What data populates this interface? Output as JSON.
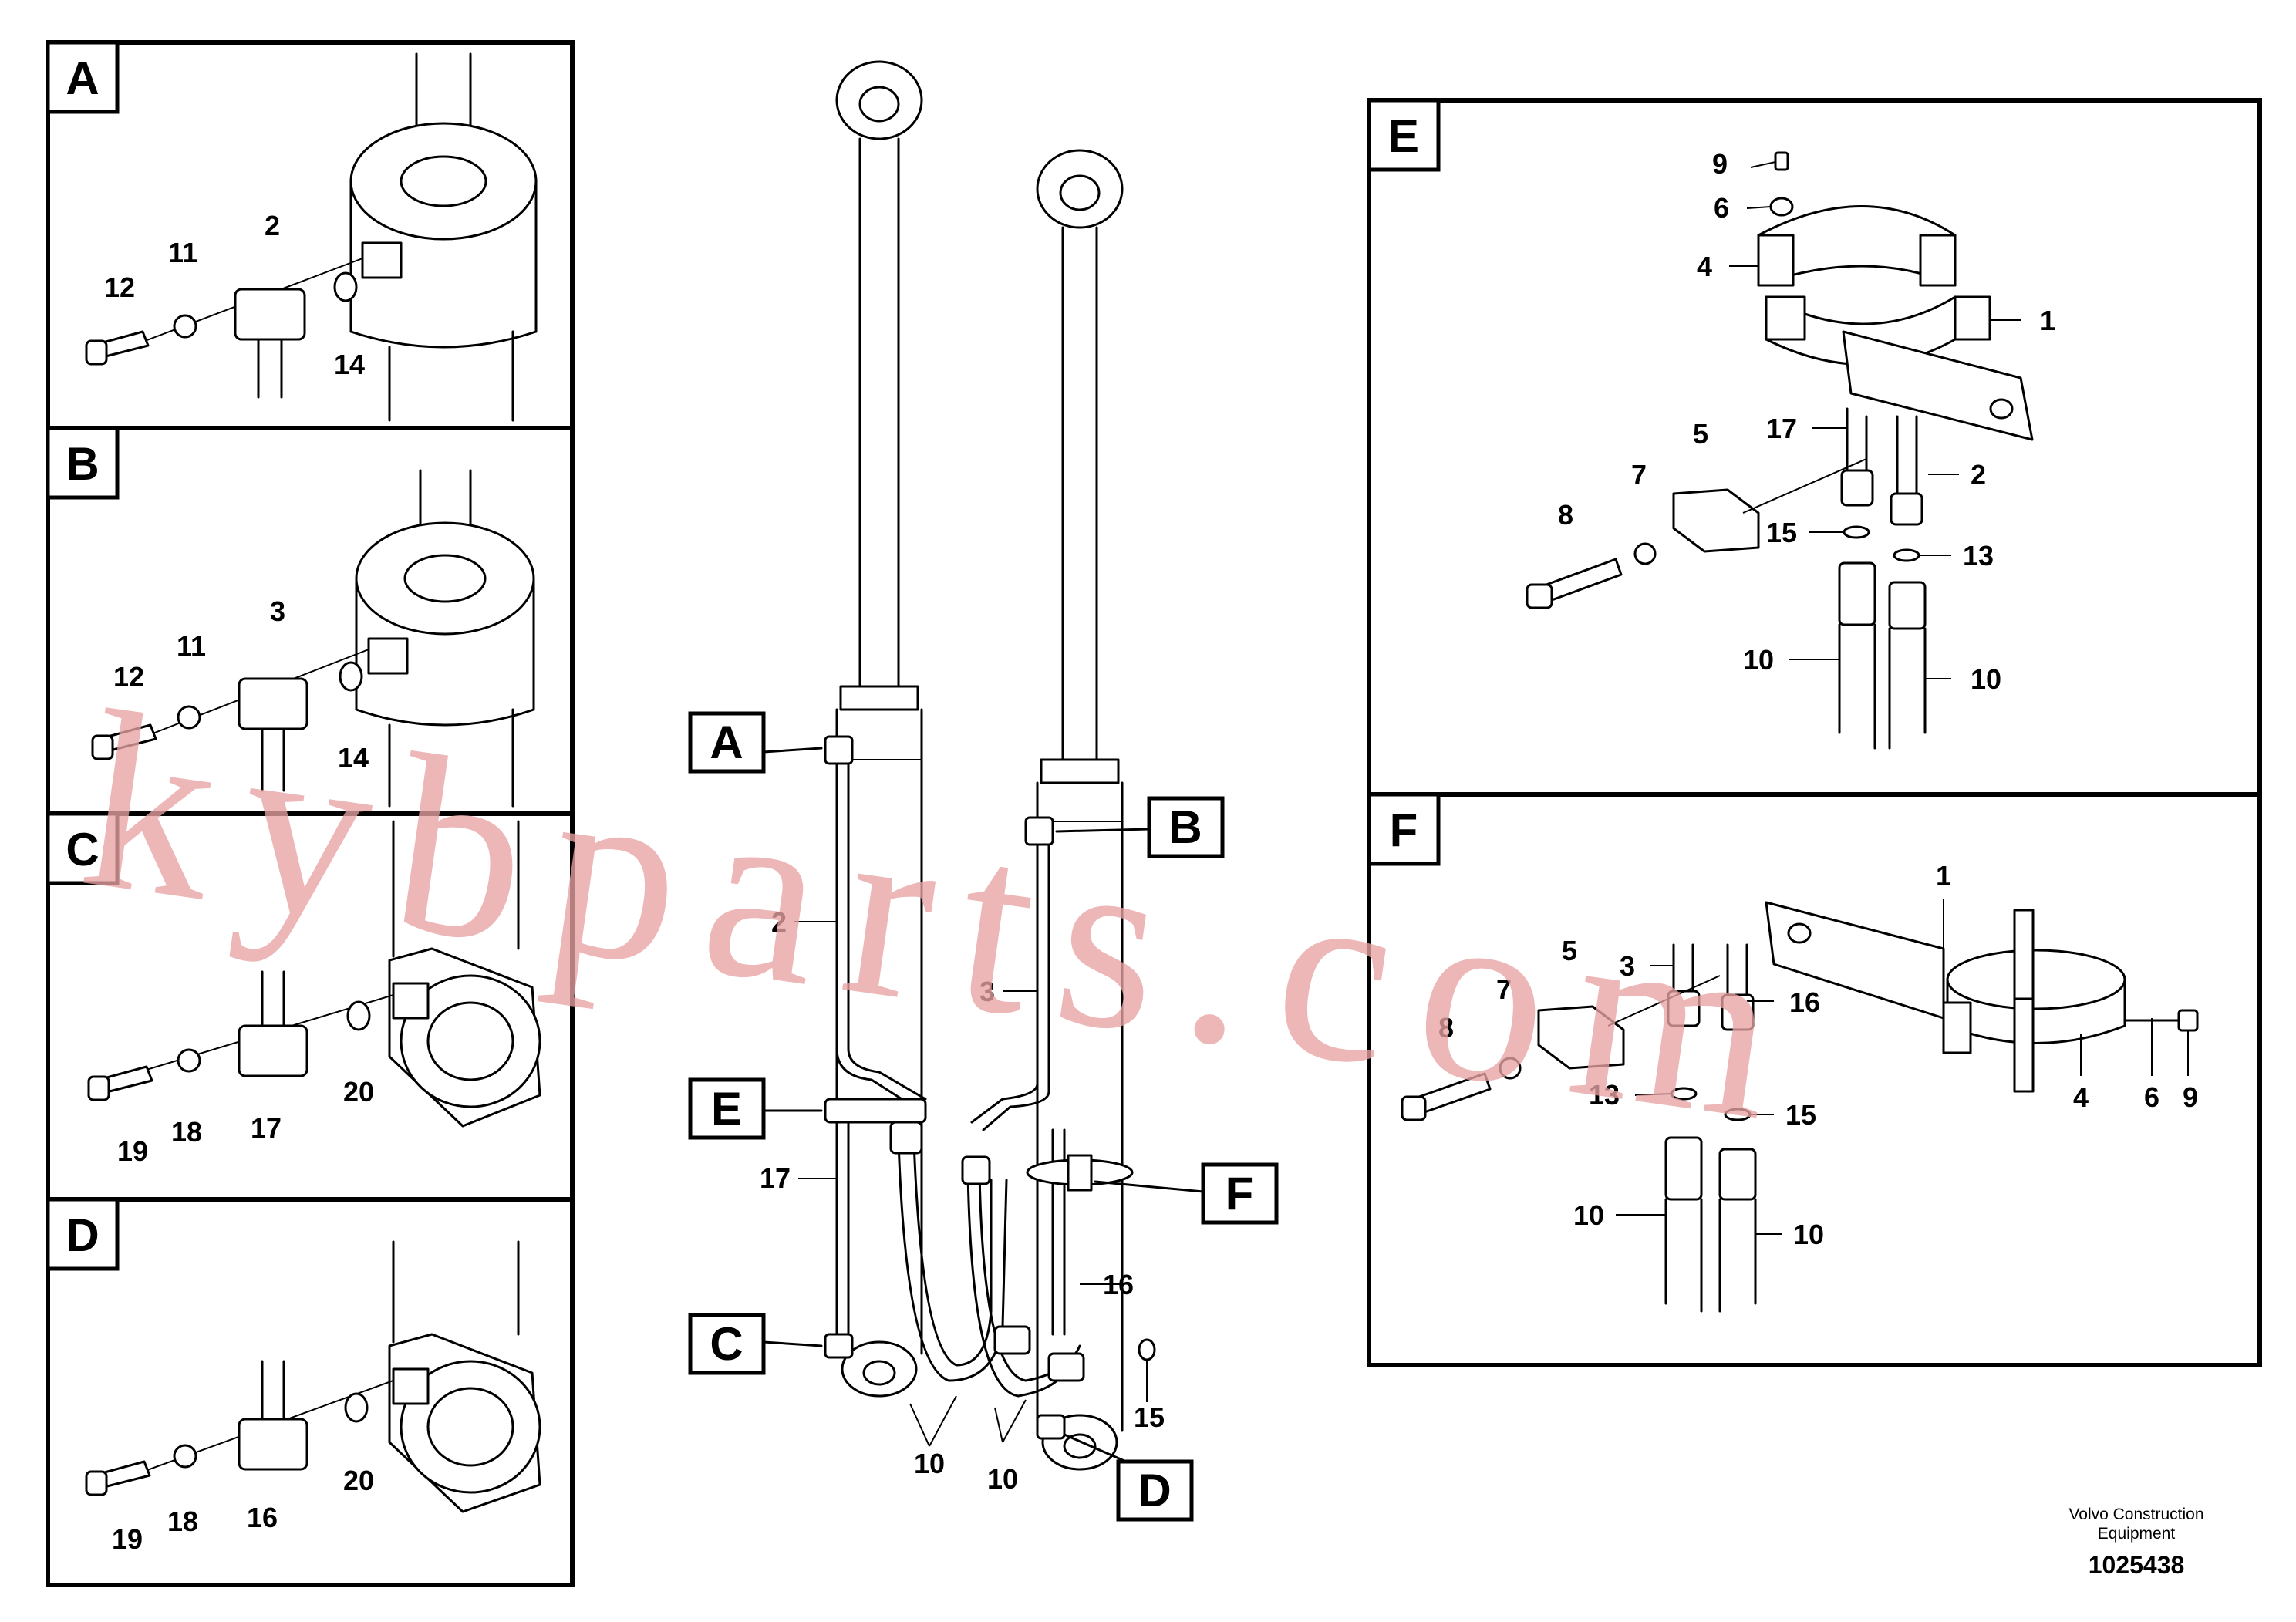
{
  "panels": {
    "A": {
      "letter": "A",
      "labels": {
        "l12": "12",
        "l11": "11",
        "l2": "2",
        "l14": "14"
      }
    },
    "B": {
      "letter": "B",
      "labels": {
        "l12": "12",
        "l11": "11",
        "l3": "3",
        "l14": "14"
      }
    },
    "C": {
      "letter": "C",
      "labels": {
        "l19": "19",
        "l18": "18",
        "l17": "17",
        "l20": "20"
      }
    },
    "D": {
      "letter": "D",
      "labels": {
        "l19": "19",
        "l18": "18",
        "l16": "16",
        "l20": "20"
      }
    },
    "E": {
      "letter": "E",
      "labels": {
        "l9": "9",
        "l6": "6",
        "l4": "4",
        "l1": "1",
        "l17": "17",
        "l5": "5",
        "l2": "2",
        "l7": "7",
        "l8": "8",
        "l15": "15",
        "l13": "13",
        "l10a": "10",
        "l10b": "10"
      }
    },
    "F": {
      "letter": "F",
      "labels": {
        "l1": "1",
        "l5": "5",
        "l3": "3",
        "l16": "16",
        "l7": "7",
        "l8": "8",
        "l13": "13",
        "l15": "15",
        "l10a": "10",
        "l10b": "10",
        "l4": "4",
        "l6": "6",
        "l9": "9"
      }
    }
  },
  "main": {
    "tags": {
      "A": "A",
      "B": "B",
      "C": "C",
      "D": "D",
      "E": "E",
      "F": "F"
    },
    "labels": {
      "l2": "2",
      "l3": "3",
      "l17": "17",
      "l16": "16",
      "l15": "15",
      "l10a": "10",
      "l10b": "10"
    }
  },
  "watermark": "kybparts.com",
  "footer": {
    "line1": "Volvo Construction",
    "line2": "Equipment",
    "number": "1025438"
  },
  "colors": {
    "watermark": "#e8a3a3",
    "line": "#000000",
    "background": "#ffffff"
  }
}
